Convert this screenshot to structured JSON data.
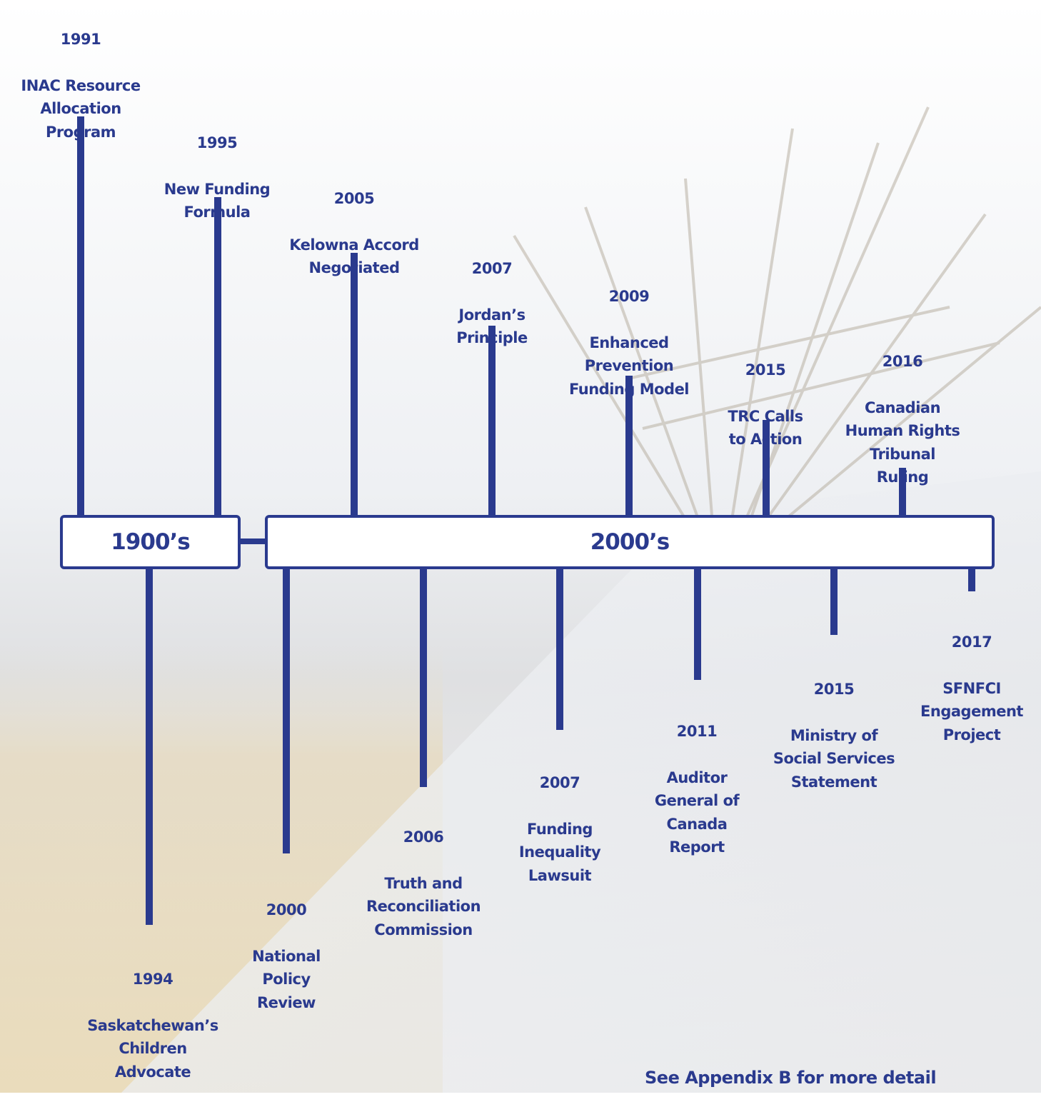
{
  "colors": {
    "accent": "#2a3a8e",
    "background": "#ffffff"
  },
  "timeline": {
    "eras": [
      {
        "label": "1900’s"
      },
      {
        "label": "2000’s"
      }
    ],
    "events_above": [
      {
        "year": "1991",
        "text": "INAC Resource\nAllocation\nProgram"
      },
      {
        "year": "1995",
        "text": "New Funding\nFormula"
      },
      {
        "year": "2005",
        "text": "Kelowna Accord\nNegotiated"
      },
      {
        "year": "2007",
        "text": "Jordan’s\nPrinciple"
      },
      {
        "year": "2009",
        "text": "Enhanced\nPrevention\nFunding Model"
      },
      {
        "year": "2015",
        "text": "TRC Calls\nto Action"
      },
      {
        "year": "2016",
        "text": "Canadian\nHuman Rights\nTribunal\nRuling"
      }
    ],
    "events_below": [
      {
        "year": "1994",
        "text": "Saskatchewan’s\nChildren\nAdvocate"
      },
      {
        "year": "2000",
        "text": "National\nPolicy\nReview"
      },
      {
        "year": "2006",
        "text": "Truth and\nReconciliation\nCommission"
      },
      {
        "year": "2007",
        "text": "Funding\nInequality\nLawsuit"
      },
      {
        "year": "2011",
        "text": "Auditor\nGeneral of\nCanada\nReport"
      },
      {
        "year": "2015",
        "text": "Ministry of\nSocial Services\nStatement"
      },
      {
        "year": "2017",
        "text": "SFNFCI\nEngagement\nProject"
      }
    ]
  },
  "footer_note": "See Appendix B for more detail"
}
